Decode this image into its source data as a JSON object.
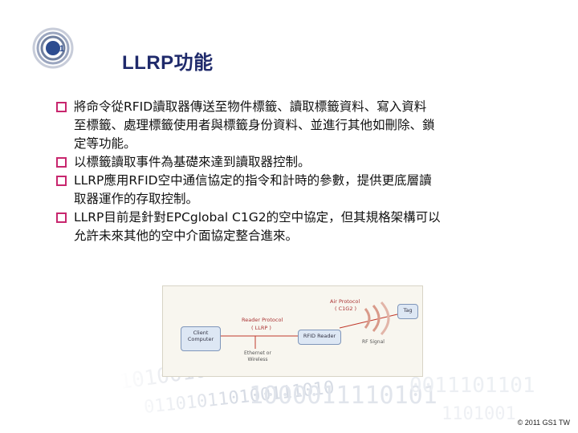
{
  "header": {
    "logo_text": "GS1",
    "title": "LLRP功能"
  },
  "bullets": [
    {
      "lines": [
        "將命令從RFID讀取器傳送至物件標籤、讀取標籤資料、寫入資料",
        "至標籤、處理標籤使用者與標籤身份資料、並進行其他如刪除、鎖",
        "定等功能。"
      ]
    },
    {
      "lines": [
        "以標籤讀取事件為基礎來達到讀取器控制。"
      ]
    },
    {
      "lines": [
        "LLRP應用RFID空中通信協定的指令和計時的參數，提供更底層讀",
        "取器運作的存取控制。"
      ]
    },
    {
      "lines": [
        "LLRP目前是針對EPCglobal C1G2的空中協定，但其規格架構可以",
        "允許未來其他的空中介面協定整合進來。"
      ]
    }
  ],
  "diagram": {
    "air_protocol": "Air Protocol",
    "c1g2": "( C1G2 )",
    "tag": "Tag",
    "reader_protocol": "Reader Protocol",
    "llrp": "( LLRP )",
    "client_1": "Client",
    "client_2": "Computer",
    "rfid_reader": "RFID Reader",
    "rf_signal": "RF Signal",
    "ethernet_1": "Ethernet or",
    "ethernet_2": "Wireless"
  },
  "footer": {
    "copyright": "© 2011 GS1 TW"
  },
  "colors": {
    "accent": "#c8266e",
    "title": "#1f2a6b",
    "logo_blue": "#2d4c8f"
  }
}
